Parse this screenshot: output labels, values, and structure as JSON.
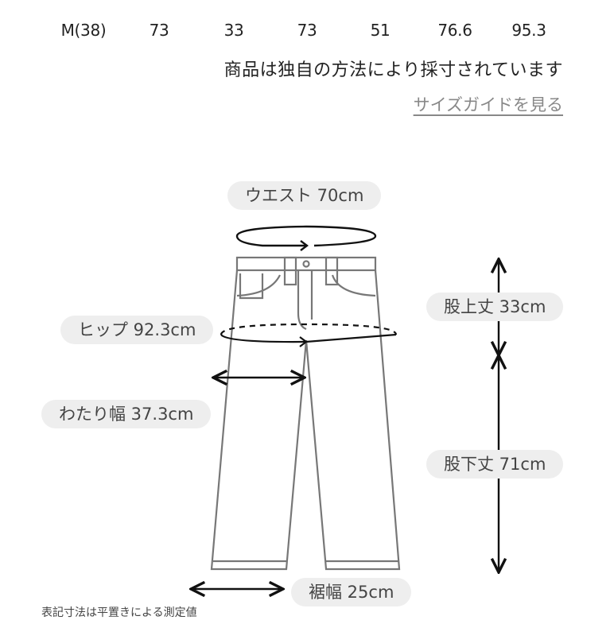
{
  "size_table": {
    "row": {
      "size": "M(38)",
      "values": [
        "73",
        "33",
        "73",
        "51",
        "76.6",
        "95.3"
      ]
    }
  },
  "note": "商品は独自の方法により採寸されています",
  "size_guide_link": "サイズガイドを見る",
  "diagram": {
    "item": "pants",
    "labels": {
      "waist": "ウエスト 70cm",
      "hip": "ヒップ 92.3cm",
      "thigh": "わたり幅 37.3cm",
      "rise": "股上丈 33cm",
      "inseam": "股下丈 71cm",
      "hem": "裾幅 25cm"
    },
    "colors": {
      "outline": "#777777",
      "arrow": "#111111",
      "pill_bg": "#eeeeee"
    }
  },
  "footnote": "表記寸法は平置きによる測定値"
}
